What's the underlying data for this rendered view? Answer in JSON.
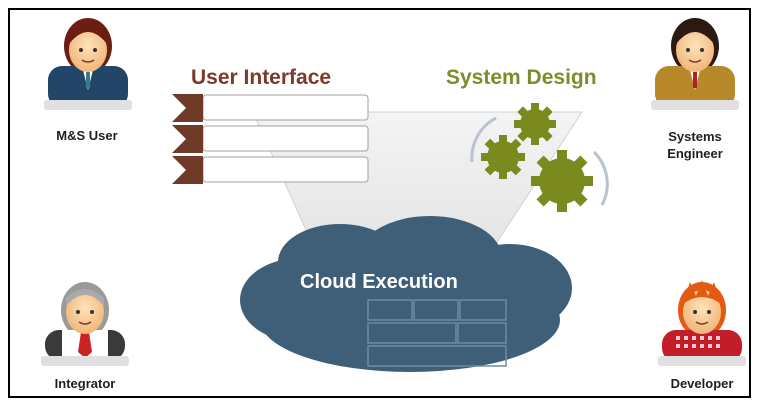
{
  "diagram": {
    "user_interface_label": "User Interface",
    "system_design_label": "System Design",
    "cloud_execution_label": "Cloud Execution"
  },
  "roles": {
    "ms_user": "M&S User",
    "systems_engineer_line1": "Systems",
    "systems_engineer_line2": "Engineer",
    "integrator": "Integrator",
    "developer": "Developer"
  },
  "colors": {
    "ui_brown": "#7a3b2a",
    "design_green": "#7f8c2a",
    "gear_green": "#7a8a1e",
    "cloud_blue": "#3f5f79",
    "funnel_grey": "#eeeeee",
    "frame_border": "#000000"
  }
}
